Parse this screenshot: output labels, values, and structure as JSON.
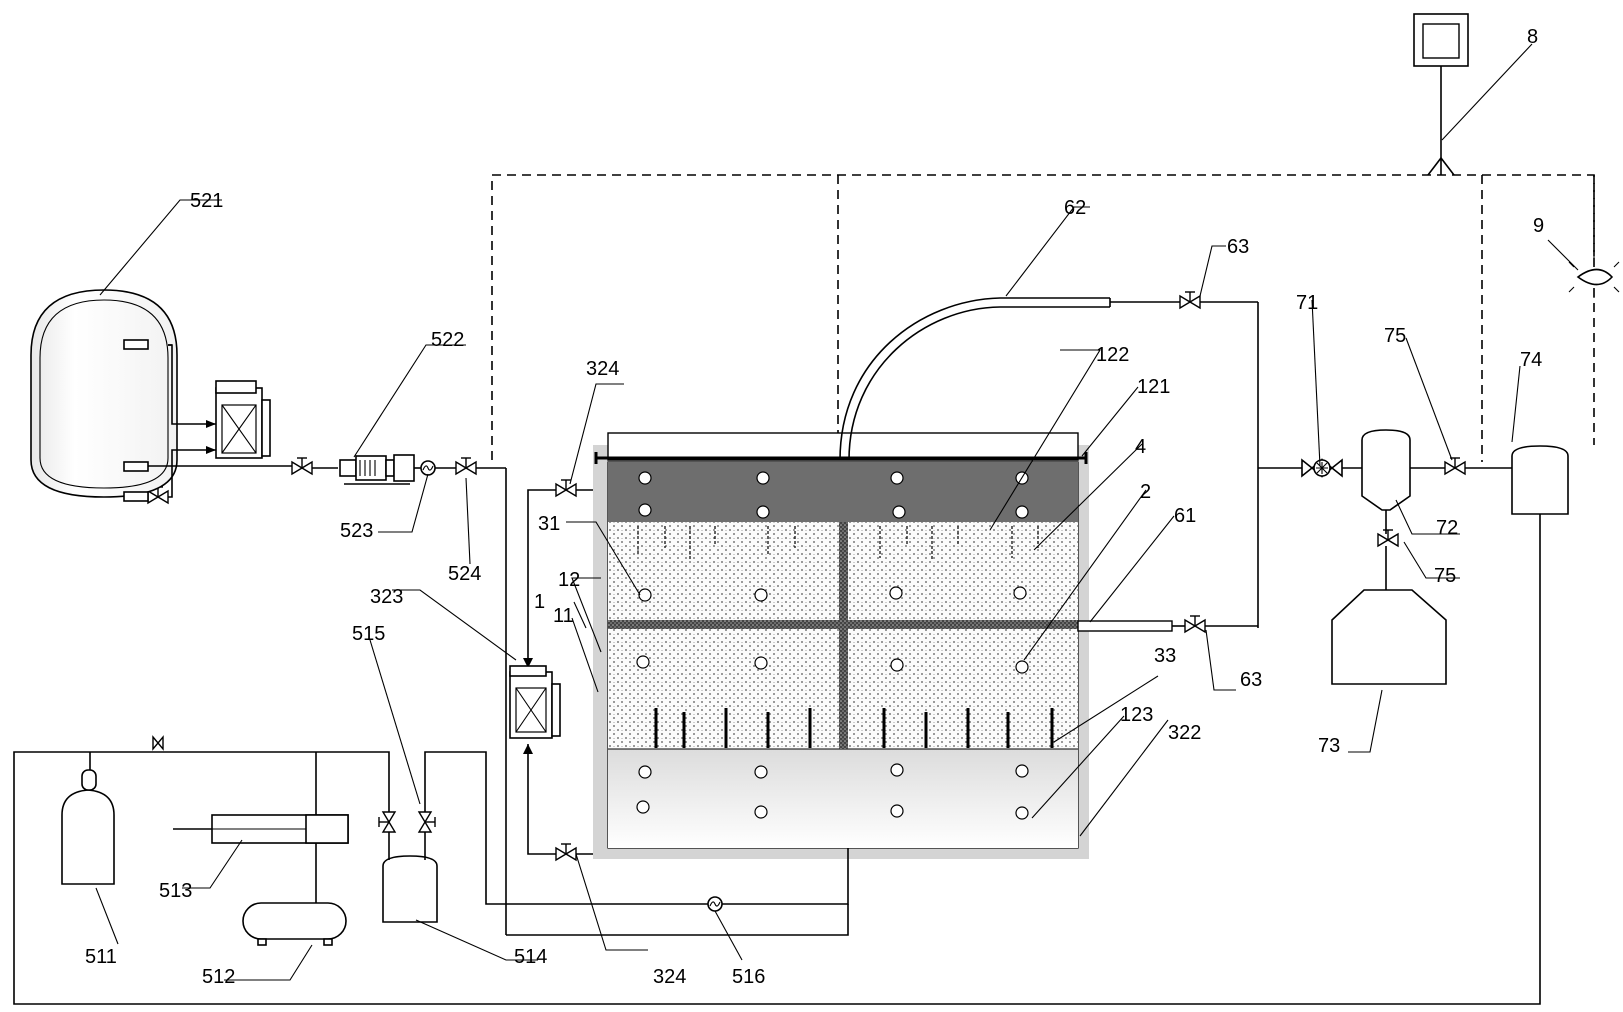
{
  "diagram": {
    "labels": {
      "l521": "521",
      "l522": "522",
      "l523": "523",
      "l524": "524",
      "l324a": "324",
      "l324b": "324",
      "l323": "323",
      "l31": "31",
      "l12": "12",
      "l1": "1",
      "l11": "11",
      "l515": "515",
      "l511": "511",
      "l512": "512",
      "l513": "513",
      "l514": "514",
      "l516": "516",
      "l62": "62",
      "l63a": "63",
      "l63b": "63",
      "l122": "122",
      "l121": "121",
      "l4": "4",
      "l2": "2",
      "l61": "61",
      "l33": "33",
      "l123": "123",
      "l322": "322",
      "l71": "71",
      "l75a": "75",
      "l75b": "75",
      "l72": "72",
      "l73": "73",
      "l74": "74",
      "l8": "8",
      "l9": "9"
    },
    "colors": {
      "line": "#000000",
      "top_layer": "#6e6e6e",
      "stipple": "#555555",
      "bottom_zone": "#e6e6e6",
      "outer_vessel": "#d4d4d4"
    }
  }
}
